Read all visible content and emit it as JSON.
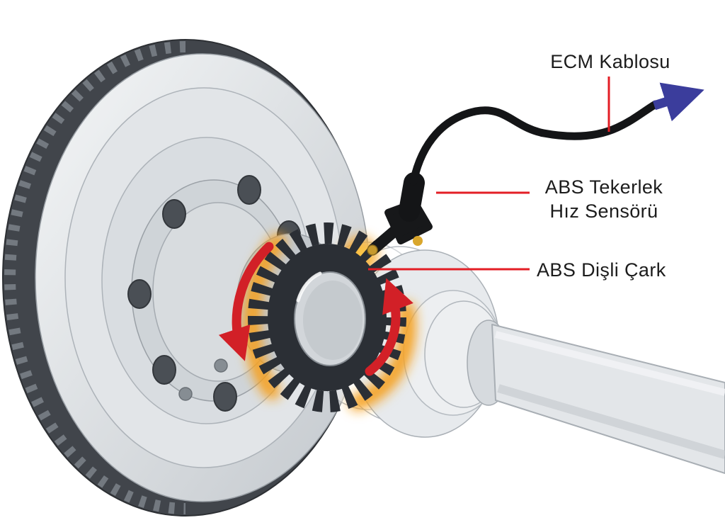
{
  "diagram": {
    "description": "ABS wheel speed sensor diagram (Turkish labels)",
    "labels": {
      "ecm_cable": "ECM Kablosu",
      "wheel_speed_sensor_line1": "ABS Tekerlek",
      "wheel_speed_sensor_line2": "Hız Sensörü",
      "tone_ring": "ABS Dişli Çark"
    }
  },
  "colors": {
    "background": "#ffffff",
    "label-text": "#1c1c1c",
    "leader-red": "#e31e25",
    "rotation-arrow-red": "#d22027",
    "glow-orange": "#f6a01c",
    "glow-yellow": "#ffd34d",
    "cable-black": "#141517",
    "sensor-black": "#17181a",
    "sensor-brass": "#d9a62c",
    "flow-arrow-blue": "#3b3d9c",
    "metal-light": "#e9ebee",
    "metal-mid": "#c9ced3",
    "metal-dark": "#41454b",
    "ring-dark": "#2b2f35"
  }
}
